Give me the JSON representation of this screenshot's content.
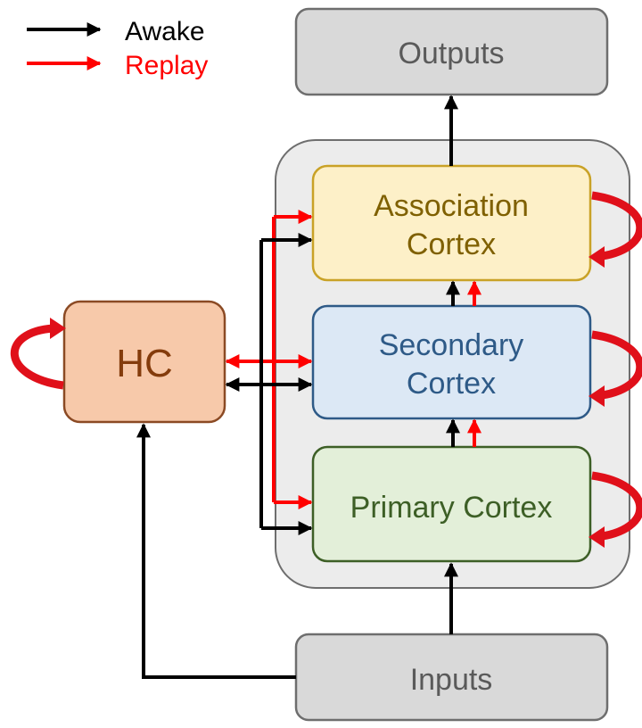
{
  "legend": {
    "awake_label": "Awake",
    "replay_label": "Replay",
    "awake_color": "#000000",
    "replay_color": "#ff0000"
  },
  "nodes": {
    "outputs": "Outputs",
    "inputs": "Inputs",
    "association_line1": "Association",
    "association_line2": "Cortex",
    "secondary_line1": "Secondary",
    "secondary_line2": "Cortex",
    "primary": "Primary Cortex",
    "hc": "HC"
  },
  "colors": {
    "io_fill": "#d9d9d9",
    "io_text": "#5a5a5a",
    "cortex_group_fill": "#ececec",
    "association_fill": "#fdf0c8",
    "association_stroke": "#c9a227",
    "association_text": "#7f6000",
    "secondary_fill": "#dce8f5",
    "secondary_stroke": "#2e5a87",
    "secondary_text": "#2e5a87",
    "primary_fill": "#e3efd9",
    "primary_stroke": "#3d5f26",
    "primary_text": "#3d5f26",
    "hc_fill": "#f7c9aa",
    "hc_stroke": "#8b4a24",
    "hc_text": "#843c0c",
    "loop_arrow": "#e0101a"
  }
}
